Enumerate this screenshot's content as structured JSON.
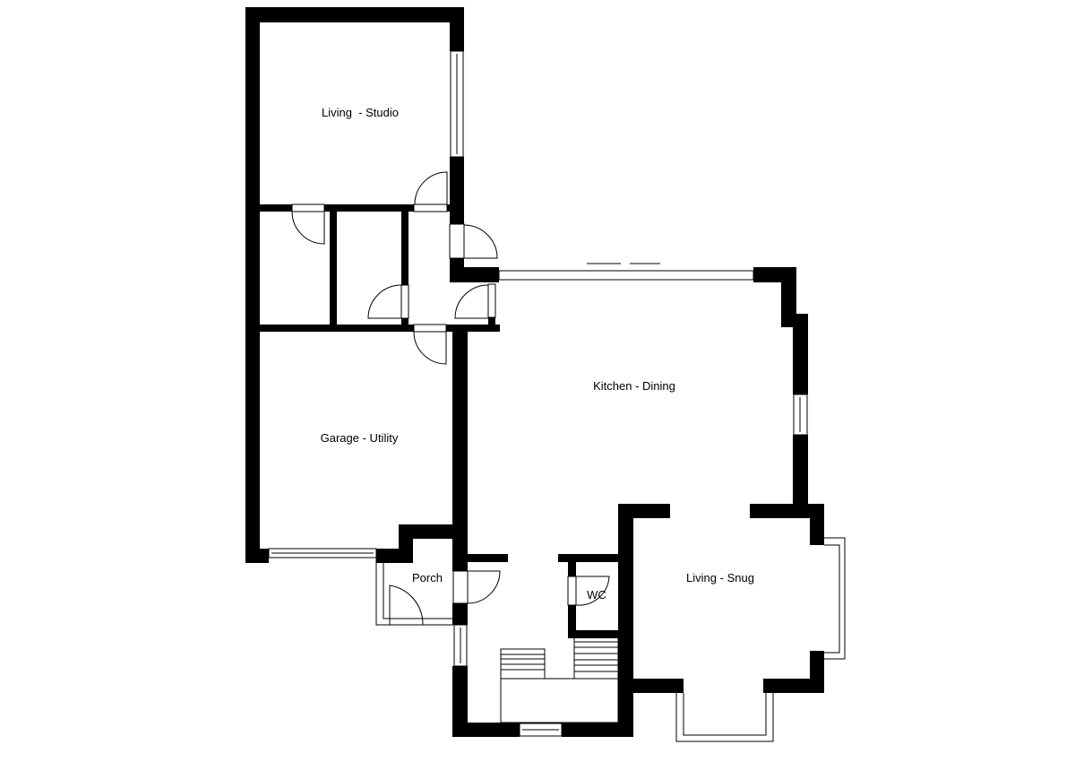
{
  "floor_plan": {
    "rooms": {
      "living_studio": "Living  - Studio",
      "garage_utility": "Garage - Utility",
      "kitchen_dining": "Kitchen - Dining",
      "porch": "Porch",
      "wc": "WC",
      "living_snug": "Living - Snug"
    },
    "colors": {
      "wall": "#000000",
      "background": "#ffffff"
    }
  }
}
